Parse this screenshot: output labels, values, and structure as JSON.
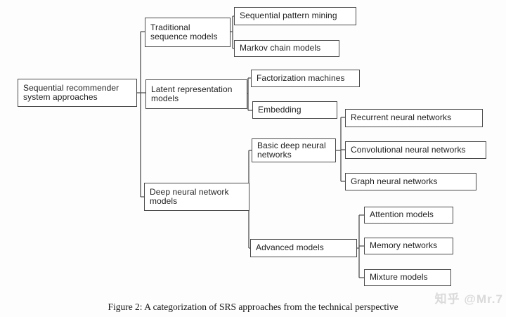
{
  "figure": {
    "caption": "Figure 2: A categorization of SRS approaches from the technical perspective",
    "watermark": "知乎 @Mr.7"
  },
  "colors": {
    "box_border": "#4a4a4a",
    "connector_line": "#4f4f4f",
    "box_background": "#ffffff",
    "watermark_gray": "#dadada"
  },
  "tree": {
    "label": "Sequential recommender system approaches",
    "children": [
      {
        "label": "Traditional sequence models",
        "children": [
          {
            "label": "Sequential pattern mining"
          },
          {
            "label": "Markov chain models"
          }
        ]
      },
      {
        "label": "Latent representation models",
        "children": [
          {
            "label": "Factorization machines"
          },
          {
            "label": "Embedding"
          }
        ]
      },
      {
        "label": "Deep neural network models",
        "children": [
          {
            "label": "Basic deep neural networks",
            "children": [
              {
                "label": "Recurrent neural networks"
              },
              {
                "label": "Convolutional neural networks"
              },
              {
                "label": "Graph neural networks"
              }
            ]
          },
          {
            "label": "Advanced models",
            "children": [
              {
                "label": "Attention models"
              },
              {
                "label": "Memory networks"
              },
              {
                "label": "Mixture models"
              }
            ]
          }
        ]
      }
    ]
  }
}
